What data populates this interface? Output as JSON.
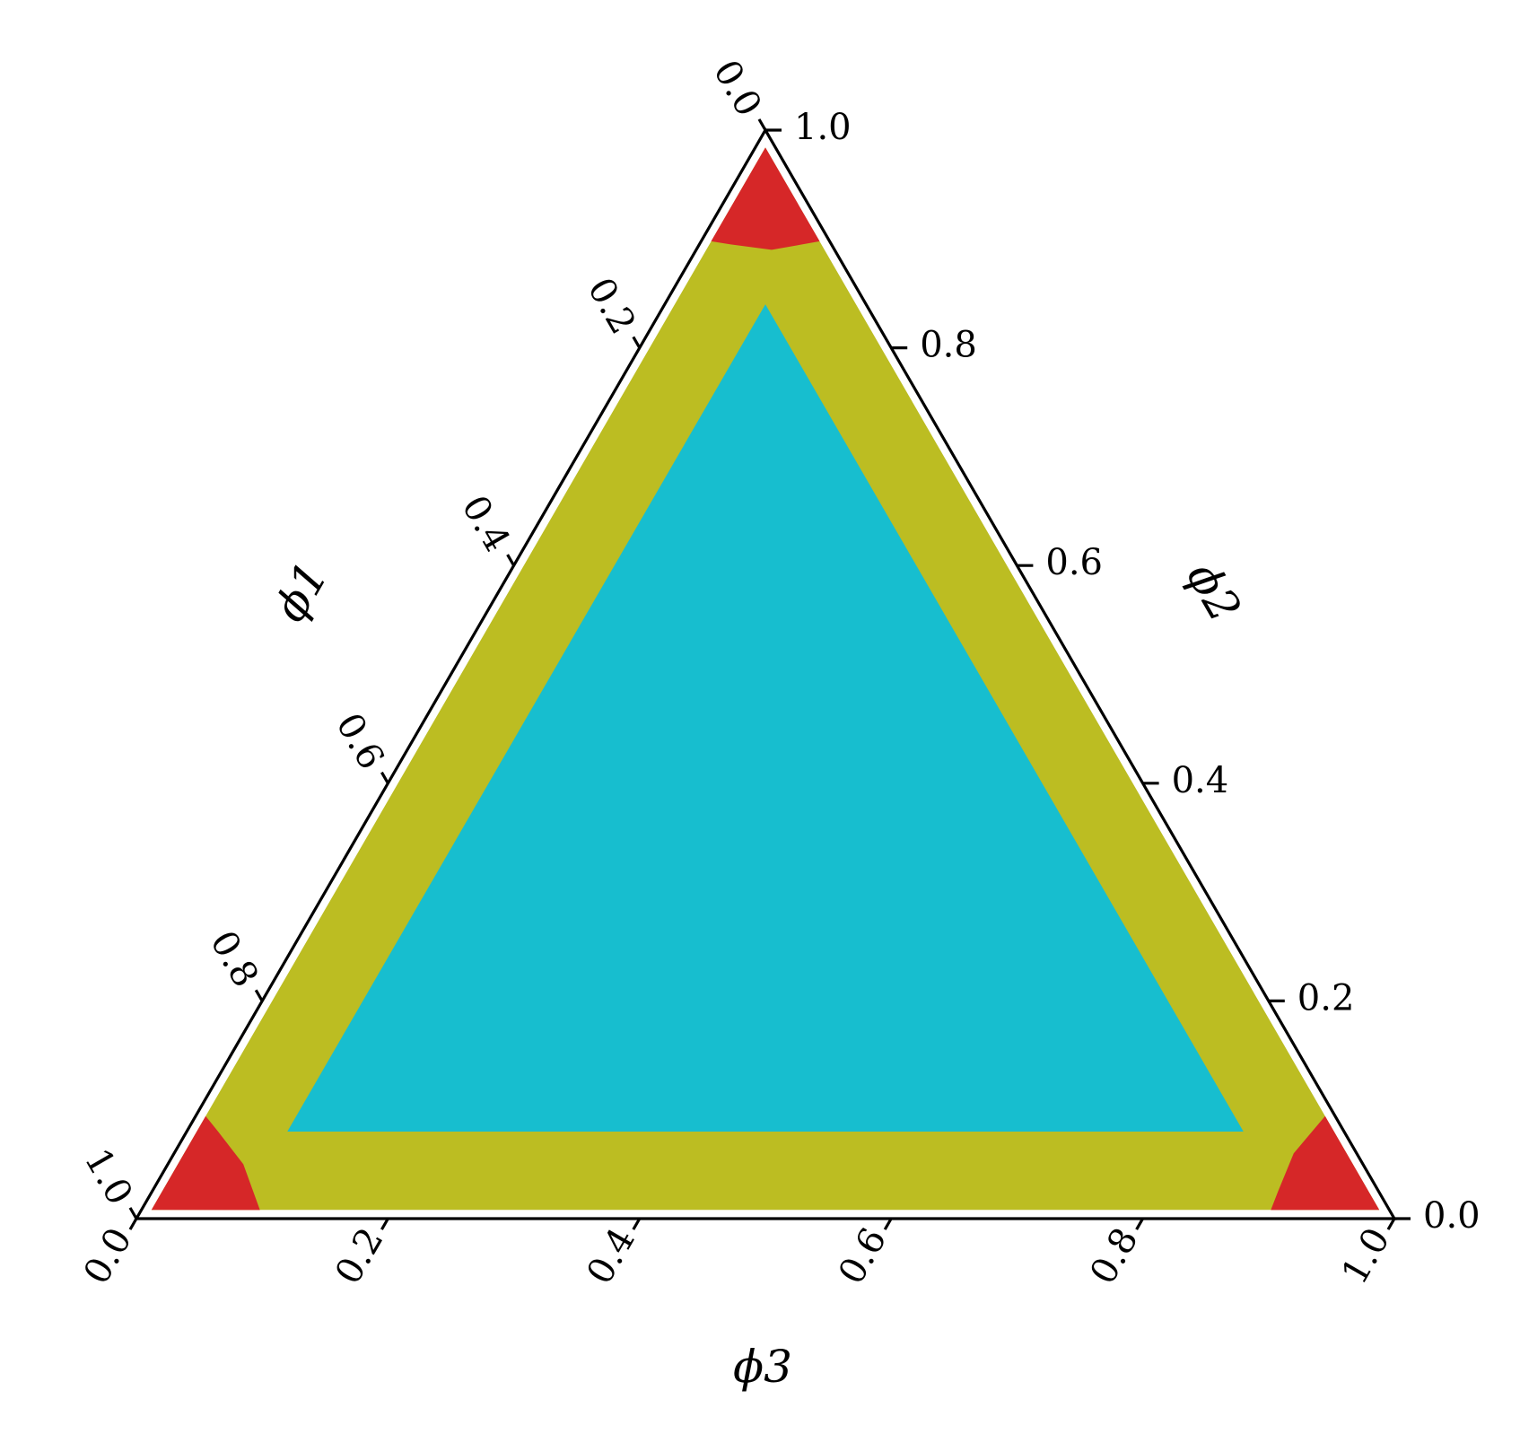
{
  "chart_data": {
    "type": "ternary",
    "axes": {
      "left": {
        "label": "ϕ1",
        "tick_labels": [
          "0.0",
          "0.2",
          "0.4",
          "0.6",
          "0.8",
          "1.0"
        ]
      },
      "right": {
        "label": "ϕ2",
        "tick_labels": [
          "0.0",
          "0.2",
          "0.4",
          "0.6",
          "0.8",
          "1.0"
        ]
      },
      "bottom": {
        "label": "ϕ3",
        "tick_labels": [
          "0.0",
          "0.2",
          "0.4",
          "0.6",
          "0.8",
          "1.0"
        ]
      },
      "range": [
        0,
        1
      ]
    },
    "regions": [
      {
        "id": "interior",
        "color": "#17becf",
        "vertices": [
          [
            0.08,
            0.84,
            0.08
          ],
          [
            0.08,
            0.08,
            0.84
          ],
          [
            0.84,
            0.08,
            0.08
          ]
        ]
      },
      {
        "id": "edge-band",
        "color": "#bcbd22",
        "min_component": 0,
        "max_min_component": 0.08
      },
      {
        "id": "corner-phi1",
        "color": "#d62728",
        "center": [
          1,
          0,
          0
        ],
        "extent": 0.1
      },
      {
        "id": "corner-phi2",
        "color": "#d62728",
        "center": [
          0,
          1,
          0
        ],
        "extent": 0.1
      },
      {
        "id": "corner-phi3",
        "color": "#d62728",
        "center": [
          0,
          0,
          1
        ],
        "extent": 0.1
      }
    ],
    "grid": false
  }
}
